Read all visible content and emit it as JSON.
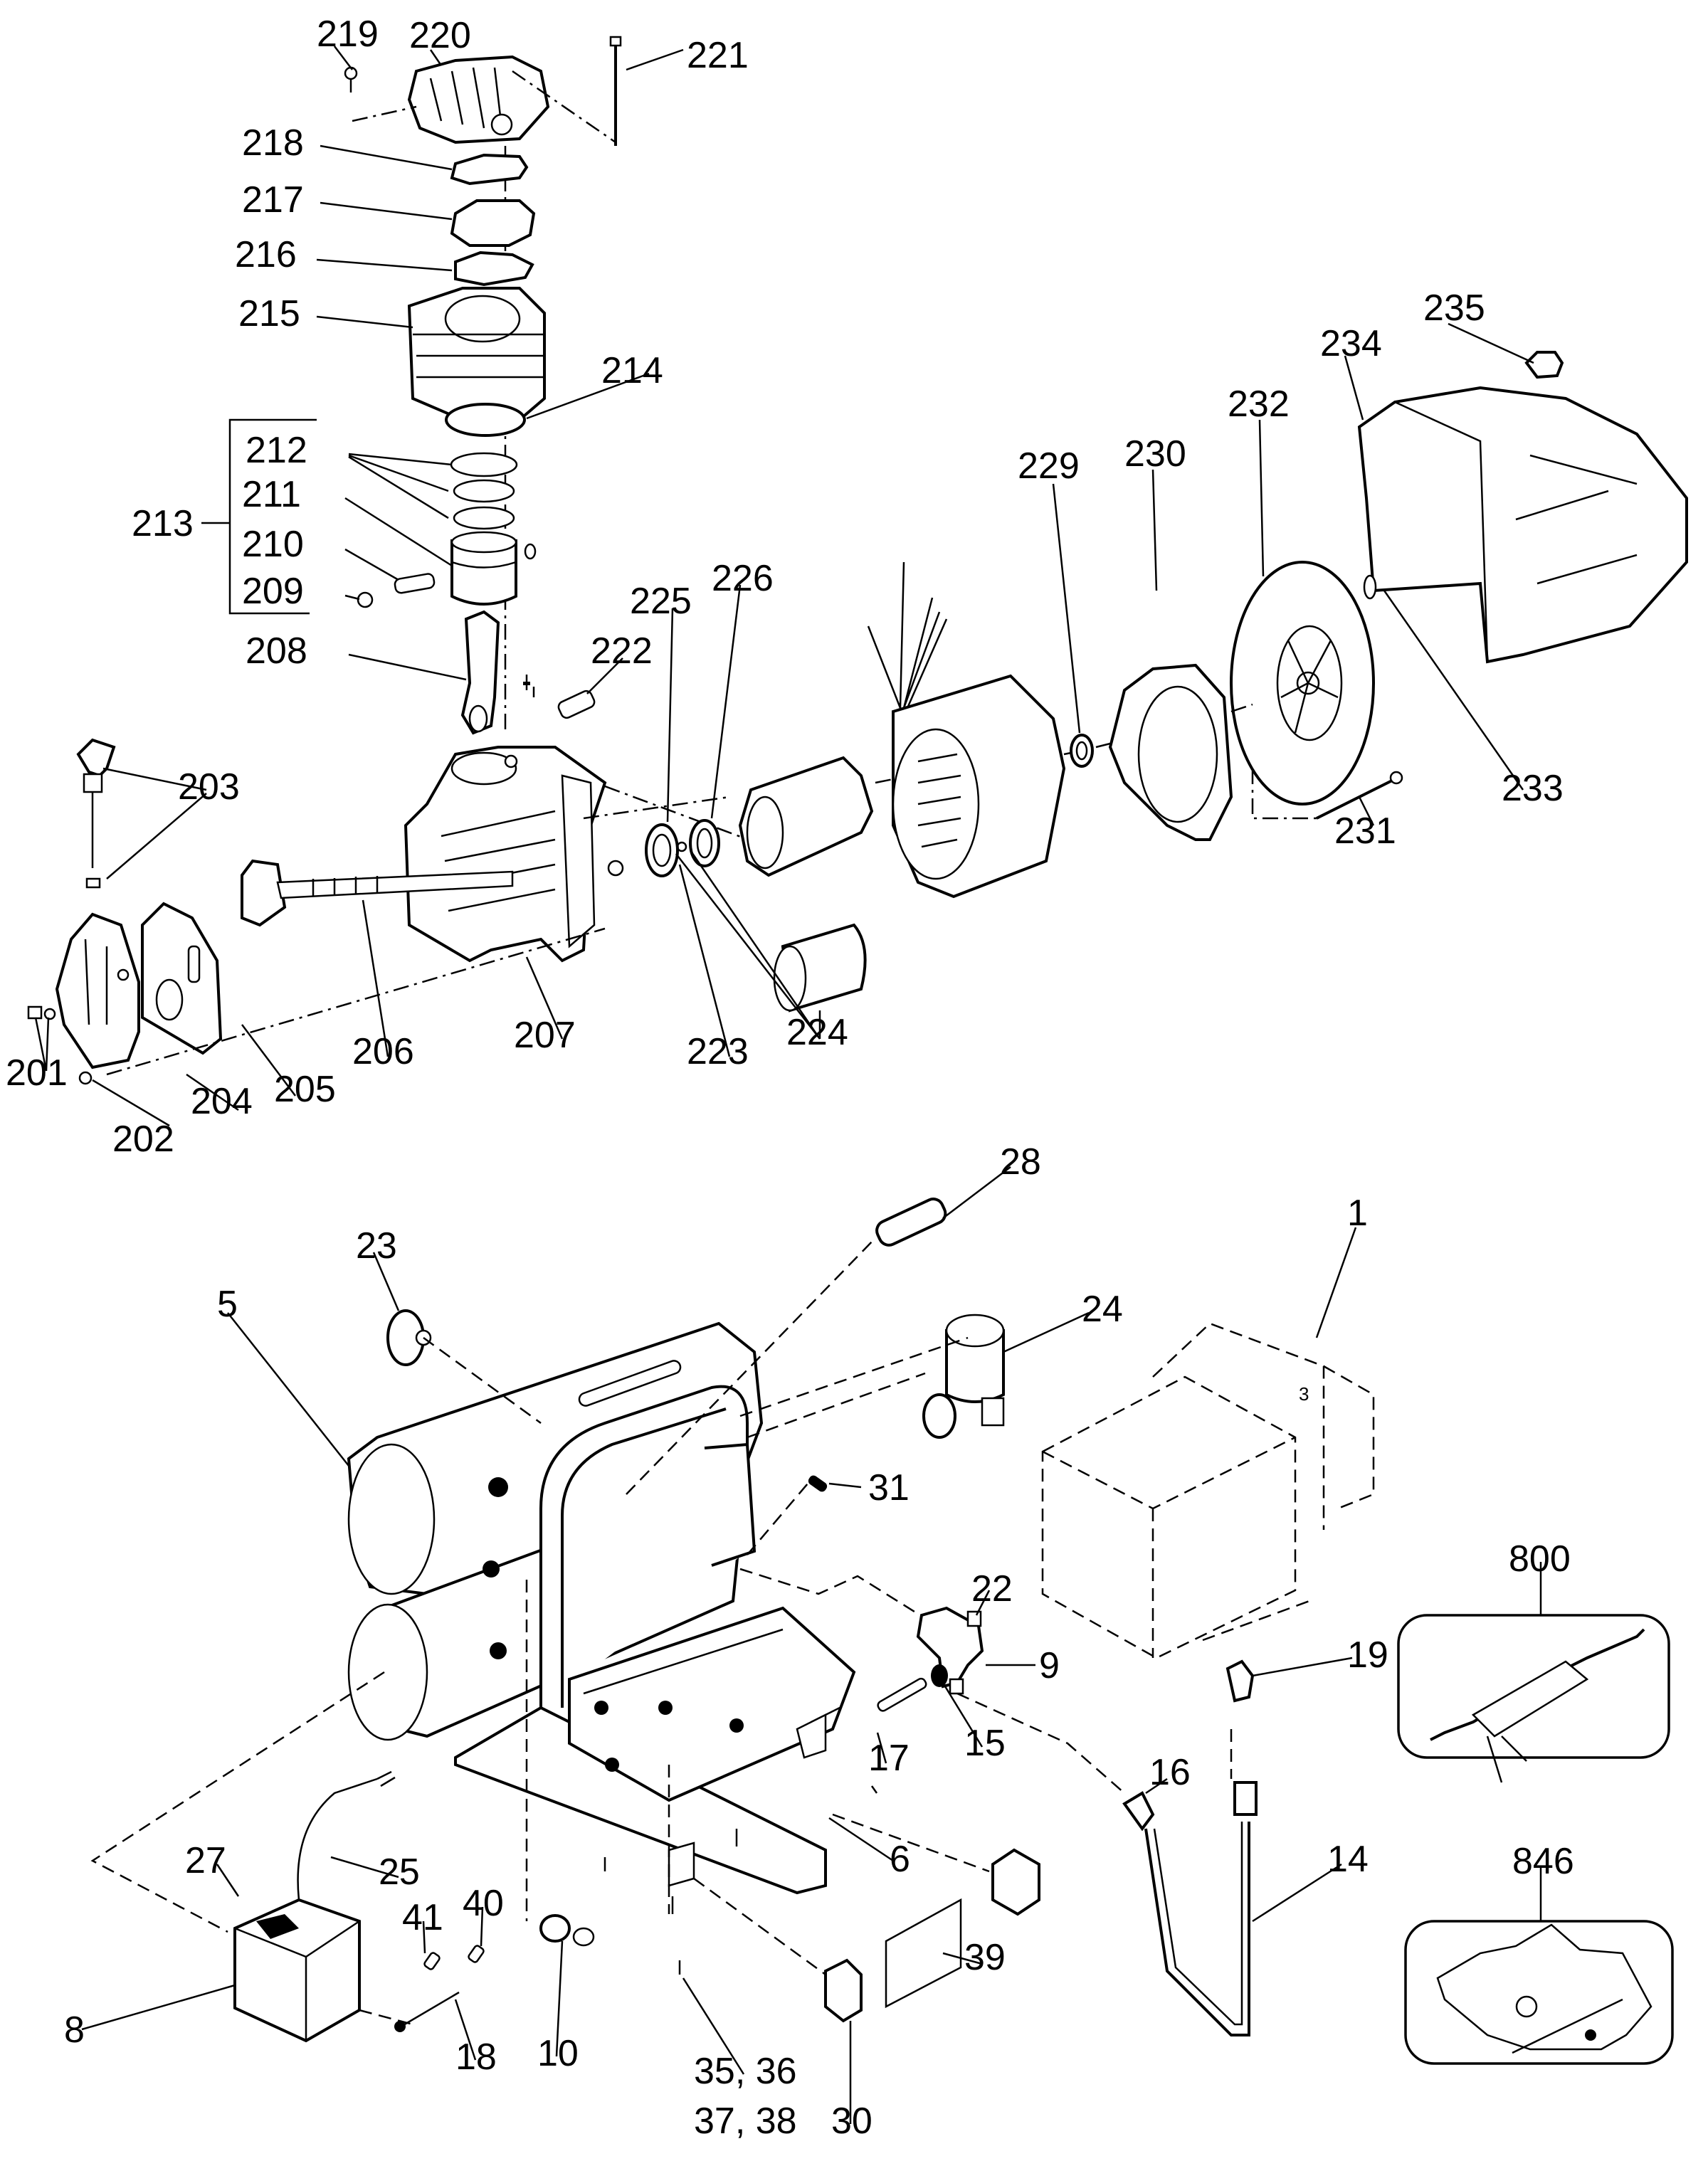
{
  "diagram": {
    "title": "Air compressor exploded parts view",
    "colors": {
      "ink": "#000000",
      "paper": "#ffffff"
    },
    "pump_assembly": {
      "labels": [
        {
          "id": "p219",
          "text": "219",
          "part": "screw"
        },
        {
          "id": "p220",
          "text": "220",
          "part": "cylinder-head"
        },
        {
          "id": "p221",
          "text": "221",
          "part": "head-bolt"
        },
        {
          "id": "p218",
          "text": "218",
          "part": "head-gasket"
        },
        {
          "id": "p217",
          "text": "217",
          "part": "valve-plate"
        },
        {
          "id": "p216",
          "text": "216",
          "part": "cylinder-gasket"
        },
        {
          "id": "p215",
          "text": "215",
          "part": "cylinder"
        },
        {
          "id": "p214",
          "text": "214",
          "part": "o-ring"
        },
        {
          "id": "p213",
          "text": "213",
          "part": "piston-kit"
        },
        {
          "id": "p212",
          "text": "212",
          "part": "piston-rings"
        },
        {
          "id": "p211",
          "text": "211",
          "part": "piston"
        },
        {
          "id": "p210",
          "text": "210",
          "part": "wrist-pin"
        },
        {
          "id": "p209",
          "text": "209",
          "part": "pin-retainer"
        },
        {
          "id": "p208",
          "text": "208",
          "part": "connecting-rod"
        },
        {
          "id": "p222",
          "text": "222",
          "part": "fitting"
        },
        {
          "id": "p225",
          "text": "225",
          "part": "bearing"
        },
        {
          "id": "p226",
          "text": "226",
          "part": "seal"
        },
        {
          "id": "p203",
          "text": "203",
          "part": "breather"
        },
        {
          "id": "p201",
          "text": "201",
          "part": "screws"
        },
        {
          "id": "p202",
          "text": "202",
          "part": "screw"
        },
        {
          "id": "p204",
          "text": "204",
          "part": "cover"
        },
        {
          "id": "p205",
          "text": "205",
          "part": "gasket"
        },
        {
          "id": "p206",
          "text": "206",
          "part": "crankshaft"
        },
        {
          "id": "p207",
          "text": "207",
          "part": "crankcase"
        },
        {
          "id": "p223",
          "text": "223",
          "part": "plug"
        },
        {
          "id": "p224",
          "text": "224",
          "part": "capacitor-assembly"
        }
      ]
    },
    "motor_assembly": {
      "labels": [
        {
          "id": "p229",
          "text": "229",
          "part": "bearing"
        },
        {
          "id": "p230",
          "text": "230",
          "part": "end-bell"
        },
        {
          "id": "p232",
          "text": "232",
          "part": "fan"
        },
        {
          "id": "p234",
          "text": "234",
          "part": "shroud"
        },
        {
          "id": "p235",
          "text": "235",
          "part": "knob"
        },
        {
          "id": "p233",
          "text": "233",
          "part": "fan-nut"
        },
        {
          "id": "p231",
          "text": "231",
          "part": "through-bolt"
        }
      ]
    },
    "tank_assembly": {
      "labels": [
        {
          "id": "p28",
          "text": "28",
          "part": "tube"
        },
        {
          "id": "p23",
          "text": "23",
          "part": "gauge"
        },
        {
          "id": "p24",
          "text": "24",
          "part": "regulator"
        },
        {
          "id": "p1",
          "text": "1",
          "part": "pump-motor-unit"
        },
        {
          "id": "p5",
          "text": "5",
          "part": "tank"
        },
        {
          "id": "p31",
          "text": "31",
          "part": "fitting"
        },
        {
          "id": "p22",
          "text": "22",
          "part": "valve"
        },
        {
          "id": "p9",
          "text": "9",
          "part": "check-valve"
        },
        {
          "id": "p19",
          "text": "19",
          "part": "elbow"
        },
        {
          "id": "p17",
          "text": "17",
          "part": "tube"
        },
        {
          "id": "p15",
          "text": "15",
          "part": "fitting"
        },
        {
          "id": "p16",
          "text": "16",
          "part": "fitting"
        },
        {
          "id": "p6",
          "text": "6",
          "part": "frame"
        },
        {
          "id": "p14",
          "text": "14",
          "part": "outlet-tube"
        },
        {
          "id": "p27",
          "text": "27",
          "part": "strain-relief"
        },
        {
          "id": "p25",
          "text": "25",
          "part": "power-cord"
        },
        {
          "id": "p41",
          "text": "41",
          "part": "terminal"
        },
        {
          "id": "p40",
          "text": "40",
          "part": "terminal"
        },
        {
          "id": "p8",
          "text": "8",
          "part": "switch-box"
        },
        {
          "id": "p18",
          "text": "18",
          "part": "screw"
        },
        {
          "id": "p10",
          "text": "10",
          "part": "drain-valve"
        },
        {
          "id": "p39",
          "text": "39",
          "part": "label"
        },
        {
          "id": "p3536",
          "text": "35, 36",
          "part": "hardware"
        },
        {
          "id": "p3738",
          "text": "37, 38",
          "part": "hardware"
        },
        {
          "id": "p30",
          "text": "30",
          "part": "foot"
        }
      ]
    },
    "insets": [
      {
        "id": "p800",
        "text": "800",
        "part": "tire-chuck-kit"
      },
      {
        "id": "p846",
        "text": "846",
        "part": "hardware-bag"
      }
    ],
    "embedded_marks": [
      {
        "id": "box-mark-3",
        "text": "3"
      }
    ]
  }
}
